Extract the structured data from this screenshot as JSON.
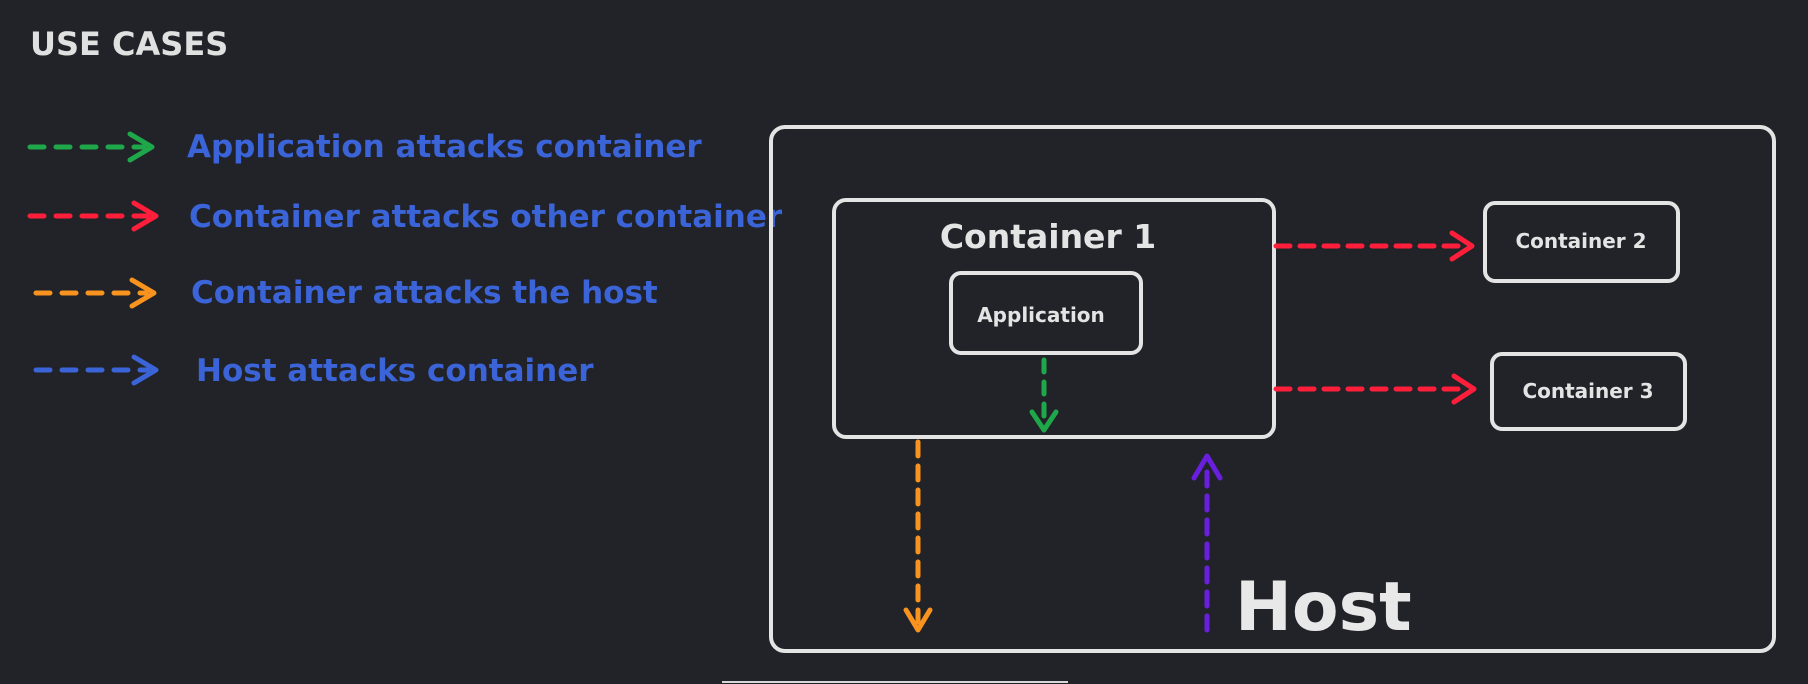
{
  "title": "USE CASES",
  "legend": [
    {
      "label": "Application attacks container",
      "arrow_color": "#1fa84a"
    },
    {
      "label": "Container attacks other container",
      "arrow_color": "#ff1f3a"
    },
    {
      "label": "Container attacks the host",
      "arrow_color": "#f7931e"
    },
    {
      "label": "Host attacks container",
      "arrow_color": "#3a64d8"
    }
  ],
  "host": {
    "label": "Host"
  },
  "container1": {
    "label": "Container 1",
    "app_label": "Application"
  },
  "container2": {
    "label": "Container 2"
  },
  "container3": {
    "label": "Container 3"
  },
  "colors": {
    "background": "#212329",
    "legend_text": "#3a64d8",
    "stroke": "#e4e4e4",
    "green": "#1fa84a",
    "red": "#ff1f3a",
    "orange": "#f7931e",
    "blue": "#3a64d8",
    "purple": "#6a1fe0"
  }
}
